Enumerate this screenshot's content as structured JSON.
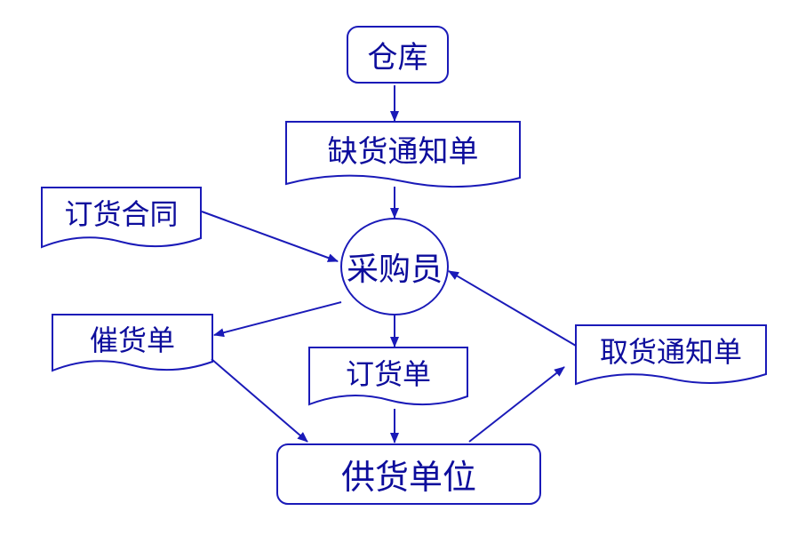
{
  "diagram": {
    "stroke_color": "#1a1ab8",
    "text_color": "#0d0d9c",
    "nodes": {
      "warehouse": {
        "label": "仓库",
        "shape": "rounded-rect"
      },
      "shortage_notice": {
        "label": "缺货通知单",
        "shape": "document"
      },
      "order_contract": {
        "label": "订货合同",
        "shape": "document"
      },
      "buyer": {
        "label": "采购员",
        "shape": "circle"
      },
      "reminder": {
        "label": "催货单",
        "shape": "document"
      },
      "order_form": {
        "label": "订货单",
        "shape": "document"
      },
      "pickup_notice": {
        "label": "取货通知单",
        "shape": "document"
      },
      "supplier": {
        "label": "供货单位",
        "shape": "rounded-rect"
      }
    },
    "edges": [
      {
        "from": "warehouse",
        "to": "shortage_notice"
      },
      {
        "from": "shortage_notice",
        "to": "buyer"
      },
      {
        "from": "order_contract",
        "to": "buyer"
      },
      {
        "from": "buyer",
        "to": "reminder"
      },
      {
        "from": "buyer",
        "to": "order_form"
      },
      {
        "from": "reminder",
        "to": "supplier"
      },
      {
        "from": "order_form",
        "to": "supplier"
      },
      {
        "from": "supplier",
        "to": "pickup_notice"
      },
      {
        "from": "pickup_notice",
        "to": "buyer"
      }
    ]
  }
}
